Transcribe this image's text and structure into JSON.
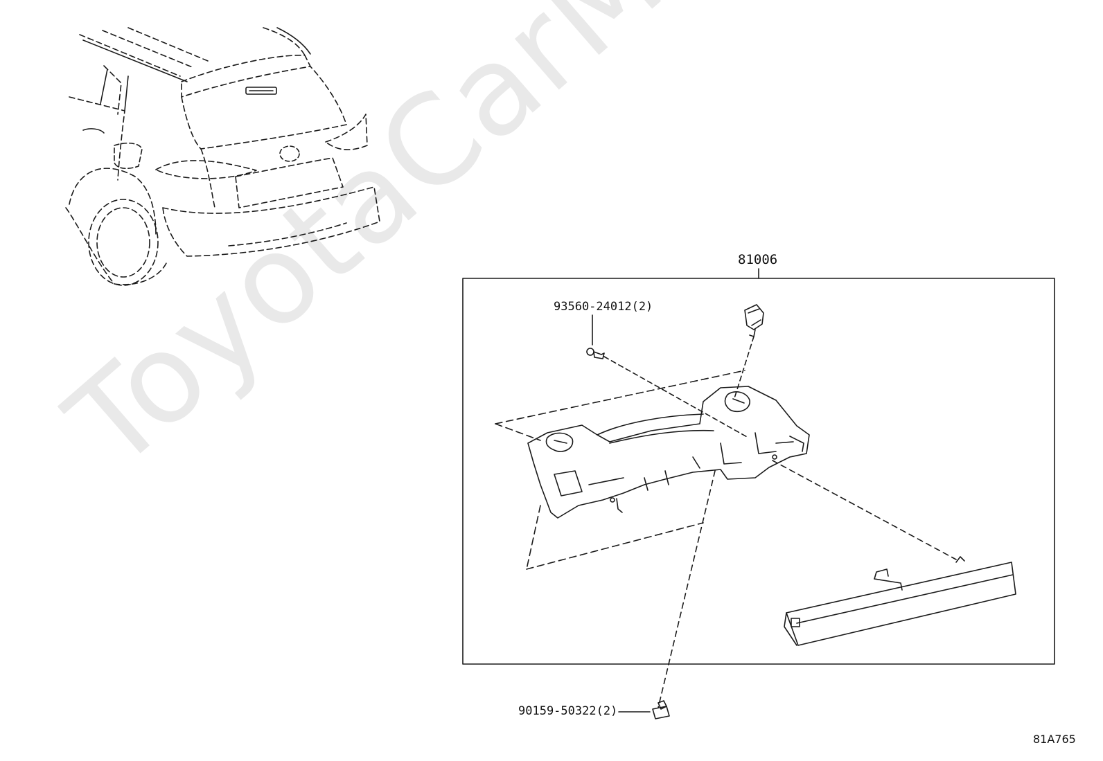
{
  "watermark": "ToyotaCarMine.ru",
  "labels": {
    "assembly": "81006",
    "screw_top": "93560-24012(2)",
    "bolt_bottom": "90159-50322(2)",
    "illustration_code": "81A765"
  },
  "colors": {
    "line": "#1a1a1a",
    "watermark": "#e9e9e9",
    "background": "#ffffff"
  }
}
